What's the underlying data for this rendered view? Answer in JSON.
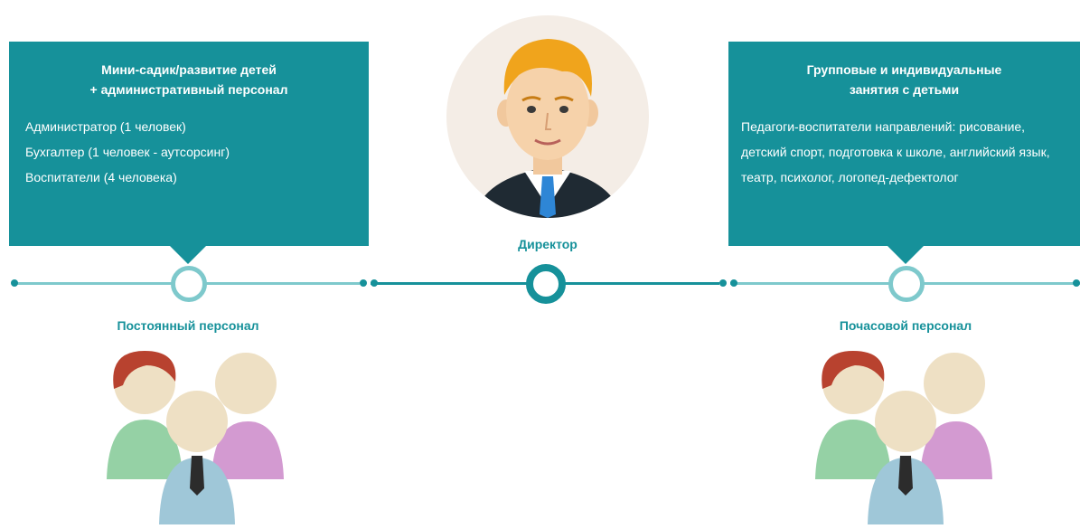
{
  "director": {
    "label": "Директор"
  },
  "permanent_staff": {
    "label": "Постоянный персонал",
    "box_title": "Мини-садик/развитие детей\n+ административный персонал",
    "lines": [
      "Администратор (1 человек)",
      "Бухгалтер (1 человек - аутсорсинг)",
      "Воспитатели (4 человека)"
    ]
  },
  "hourly_staff": {
    "label": "Почасовой персонал",
    "box_title": "Групповые и индивидуальные\nзанятия с детьми",
    "text": "Педагоги-воспитатели направлений: рисование, детский спорт, подготовка к школе, английский язык, театр, психолог, логопед-дефектолог"
  },
  "colors": {
    "accent": "#16919a",
    "line": "#7ec9cc",
    "label": "#16919a"
  },
  "icons": [
    "director-avatar-icon",
    "staff-group-icon"
  ]
}
